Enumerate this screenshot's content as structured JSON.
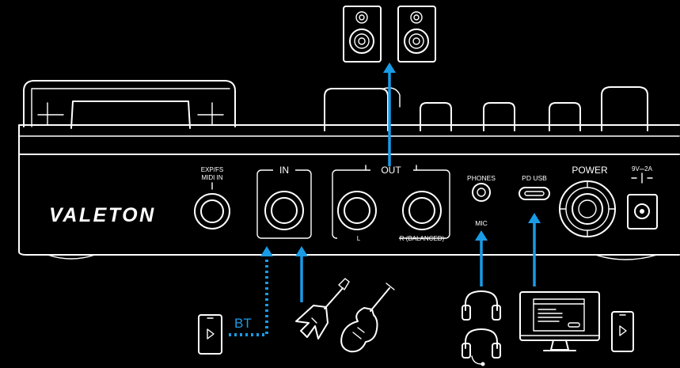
{
  "device": {
    "brand": "VALETON",
    "exp_label_1": "EXP/FS",
    "exp_label_2": "MIDI IN",
    "in_label": "IN",
    "out_label": "OUT",
    "out_l_label": "L",
    "out_r_label": "R (BALANCED)",
    "phones_label": "PHONES",
    "mic_label": "MIC",
    "usb_label": "PD USB",
    "power_label": "POWER",
    "power_spec": "9V⎓2A"
  },
  "connections": {
    "bt_label": "BT"
  },
  "colors": {
    "background": "#000000",
    "line": "#ffffff",
    "accent": "#1a9be6"
  }
}
